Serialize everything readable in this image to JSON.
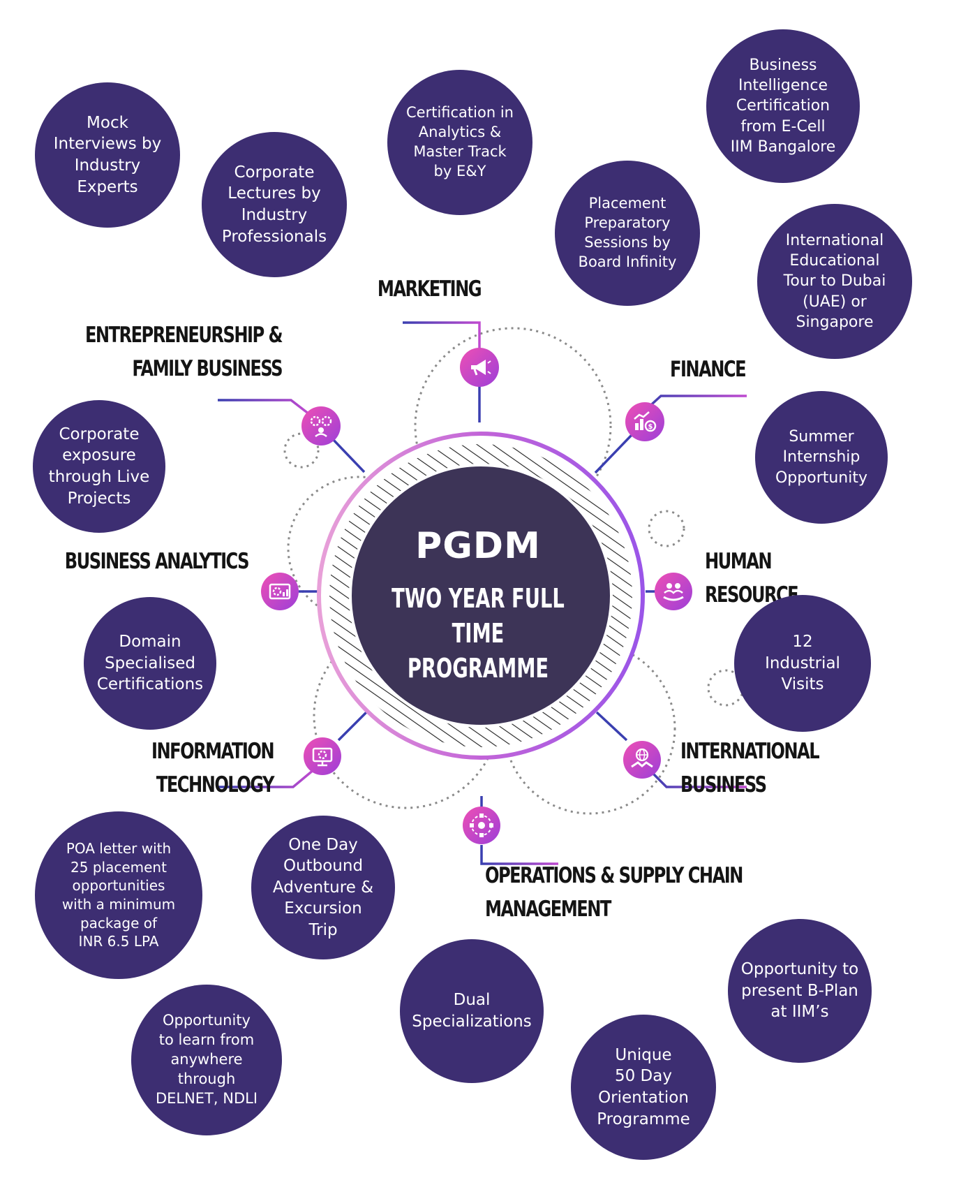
{
  "center": {
    "title": "PGDM",
    "subtitle": "TWO YEAR FULL TIME\nPROGRAMME"
  },
  "specializations": {
    "marketing": "MARKETING",
    "entrepreneurship": "ENTREPRENEURSHIP &\nFAMILY BUSINESS",
    "finance": "FINANCE",
    "business_analytics": "BUSINESS ANALYTICS",
    "human_resource": "HUMAN RESOURCE",
    "information_technology": "INFORMATION TECHNOLOGY",
    "international_business": "INTERNATIONAL BUSINESS",
    "operations": "OPERATIONS & SUPPLY CHAIN MANAGEMENT"
  },
  "features": {
    "mock_interviews": "Mock\nInterviews by\nIndustry\nExperts",
    "corporate_lectures": "Corporate\nLectures by\nIndustry\nProfessionals",
    "certification_ey": "Certification in\nAnalytics &\nMaster Track\nby E&Y",
    "bi_certification": "Business\nIntelligence\nCertification\nfrom E-Cell\nIIM Bangalore",
    "placement_sessions": "Placement\nPreparatory\nSessions by\nBoard Infinity",
    "international_tour": "International\nEducational\nTour to Dubai\n(UAE) or\nSingapore",
    "corporate_exposure": "Corporate\nexposure\nthrough Live\nProjects",
    "summer_internship": "Summer\nInternship\nOpportunity",
    "domain_certifications": "Domain\nSpecialised\nCertifications",
    "industrial_visits": "12\nIndustrial\nVisits",
    "poa_letter": "POA letter with\n25 placement\nopportunities\nwith a minimum\npackage of\nINR 6.5 LPA",
    "outbound_trip": "One Day\nOutbound\nAdventure &\nExcursion\nTrip",
    "dual_specializations": "Dual\nSpecializations",
    "bplan": "Opportunity to\npresent B-Plan\nat IIM’s",
    "delnet": "Opportunity\nto learn from\nanywhere\nthrough\nDELNET, NDLI",
    "orientation": "Unique\n50 Day\nOrientation\nProgramme"
  },
  "icons": {
    "marketing": "megaphone-icon",
    "entrepreneurship": "gears-people-icon",
    "finance": "finance-chart-icon",
    "business_analytics": "analytics-gear-icon",
    "human_resource": "people-hand-icon",
    "information_technology": "monitor-gear-icon",
    "international_business": "globe-handshake-icon",
    "operations": "network-globe-icon"
  },
  "colors": {
    "bubble": "#3d2e72",
    "center": "#3d3457",
    "accent_pink": "#e040b0",
    "accent_purple": "#8a4fe0",
    "line_blue": "#3a3fb0"
  }
}
